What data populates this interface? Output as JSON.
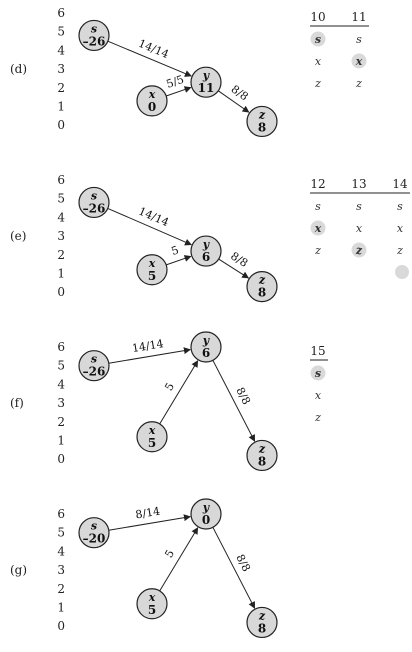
{
  "y_ticks": [
    "0",
    "1",
    "2",
    "3",
    "4",
    "5",
    "6"
  ],
  "panels": [
    {
      "label": "(d)",
      "nodes": [
        {
          "id": "s",
          "name": "s",
          "value": "–26"
        },
        {
          "id": "y",
          "name": "y",
          "value": "11"
        },
        {
          "id": "x",
          "name": "x",
          "value": "0"
        },
        {
          "id": "z",
          "name": "z",
          "value": "8"
        }
      ],
      "edges": [
        {
          "from": "s",
          "to": "y",
          "label": "14/14"
        },
        {
          "from": "x",
          "to": "y",
          "label": "5/5"
        },
        {
          "from": "y",
          "to": "z",
          "label": "8/8"
        }
      ],
      "table": {
        "columns": [
          {
            "header": "10",
            "cells": [
              "s",
              "x",
              "z"
            ],
            "highlight": [
              true,
              false,
              false
            ],
            "bold": [
              true,
              false,
              false
            ]
          },
          {
            "header": "11",
            "cells": [
              "s",
              "x",
              "z"
            ],
            "highlight": [
              false,
              true,
              false
            ],
            "bold": [
              false,
              true,
              false
            ]
          }
        ],
        "extra_dot": false
      }
    },
    {
      "label": "(e)",
      "nodes": [
        {
          "id": "s",
          "name": "s",
          "value": "–26"
        },
        {
          "id": "y",
          "name": "y",
          "value": "6"
        },
        {
          "id": "x",
          "name": "x",
          "value": "5"
        },
        {
          "id": "z",
          "name": "z",
          "value": "8"
        }
      ],
      "edges": [
        {
          "from": "s",
          "to": "y",
          "label": "14/14"
        },
        {
          "from": "x",
          "to": "y",
          "label": "5"
        },
        {
          "from": "y",
          "to": "z",
          "label": "8/8"
        }
      ],
      "table": {
        "columns": [
          {
            "header": "12",
            "cells": [
              "s",
              "x",
              "z"
            ],
            "highlight": [
              false,
              true,
              false
            ],
            "bold": [
              false,
              true,
              false
            ]
          },
          {
            "header": "13",
            "cells": [
              "s",
              "x",
              "z"
            ],
            "highlight": [
              false,
              false,
              true
            ],
            "bold": [
              false,
              false,
              true
            ]
          },
          {
            "header": "14",
            "cells": [
              "s",
              "x",
              "z"
            ],
            "highlight": [
              false,
              false,
              false
            ],
            "bold": [
              false,
              false,
              false
            ]
          }
        ],
        "extra_dot": true
      }
    },
    {
      "label": "(f)",
      "nodes": [
        {
          "id": "s",
          "name": "s",
          "value": "–26"
        },
        {
          "id": "y",
          "name": "y",
          "value": "6"
        },
        {
          "id": "x",
          "name": "x",
          "value": "5"
        },
        {
          "id": "z",
          "name": "z",
          "value": "8"
        }
      ],
      "edges": [
        {
          "from": "s",
          "to": "y",
          "label": "14/14"
        },
        {
          "from": "x",
          "to": "y",
          "label": "5"
        },
        {
          "from": "y",
          "to": "z",
          "label": "8/8"
        }
      ],
      "table": {
        "columns": [
          {
            "header": "15",
            "cells": [
              "s",
              "x",
              "z"
            ],
            "highlight": [
              true,
              false,
              false
            ],
            "bold": [
              true,
              false,
              false
            ]
          }
        ],
        "extra_dot": false
      }
    },
    {
      "label": "(g)",
      "nodes": [
        {
          "id": "s",
          "name": "s",
          "value": "–20"
        },
        {
          "id": "y",
          "name": "y",
          "value": "0"
        },
        {
          "id": "x",
          "name": "x",
          "value": "5"
        },
        {
          "id": "z",
          "name": "z",
          "value": "8"
        }
      ],
      "edges": [
        {
          "from": "s",
          "to": "y",
          "label": "8/14"
        },
        {
          "from": "x",
          "to": "y",
          "label": "5"
        },
        {
          "from": "y",
          "to": "z",
          "label": "8/8"
        }
      ],
      "table": null
    }
  ]
}
